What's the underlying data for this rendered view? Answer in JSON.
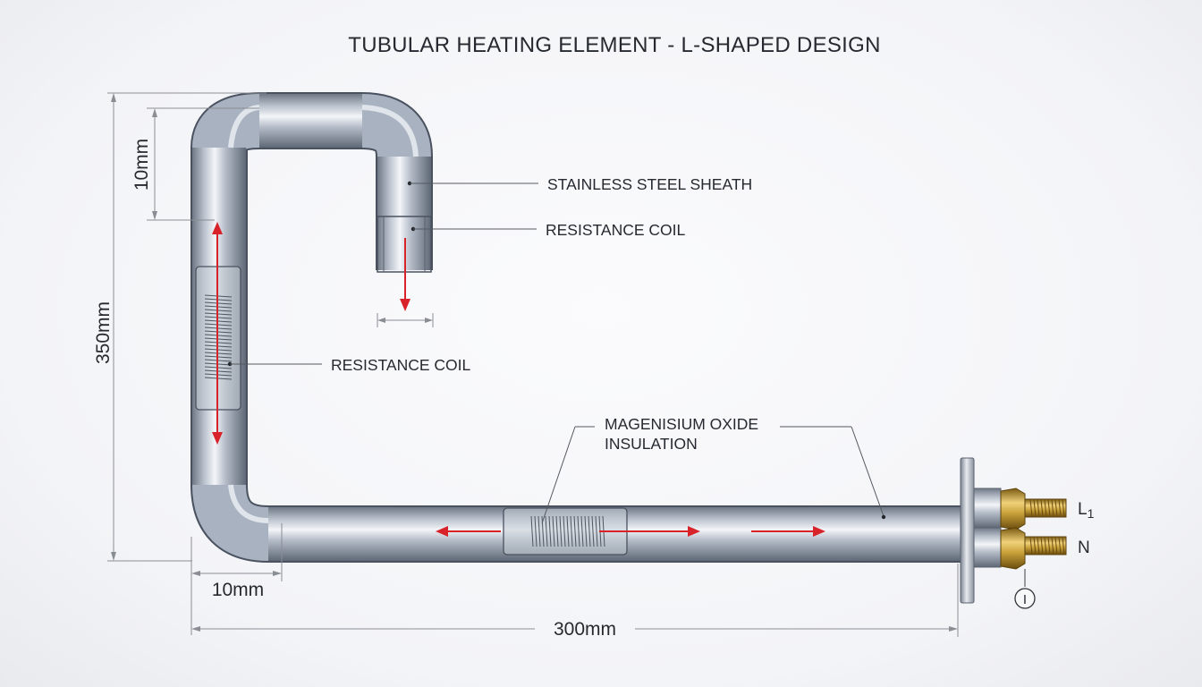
{
  "title": "TUBULAR HEATING ELEMENT - L-SHAPED DESIGN",
  "callouts": {
    "sheath": "STAINLESS STEEL SHEATH",
    "coil_top": "RESISTANCE COIL",
    "coil_mid": "RESISTANCE COIL",
    "insulation_line1": "MAGENISIUM OXIDE",
    "insulation_line2": "INSULATION"
  },
  "dimensions": {
    "height": "350mm",
    "top_section": "10mm",
    "bottom_diameter": "10mm",
    "length": "300mm"
  },
  "terminals": {
    "line": "L",
    "line_sub": "1",
    "neutral": "N",
    "ground_symbol": "I"
  },
  "colors": {
    "arrow": "#d8232a",
    "tube": "#a9b2c0",
    "brass": "#c9a23a"
  }
}
